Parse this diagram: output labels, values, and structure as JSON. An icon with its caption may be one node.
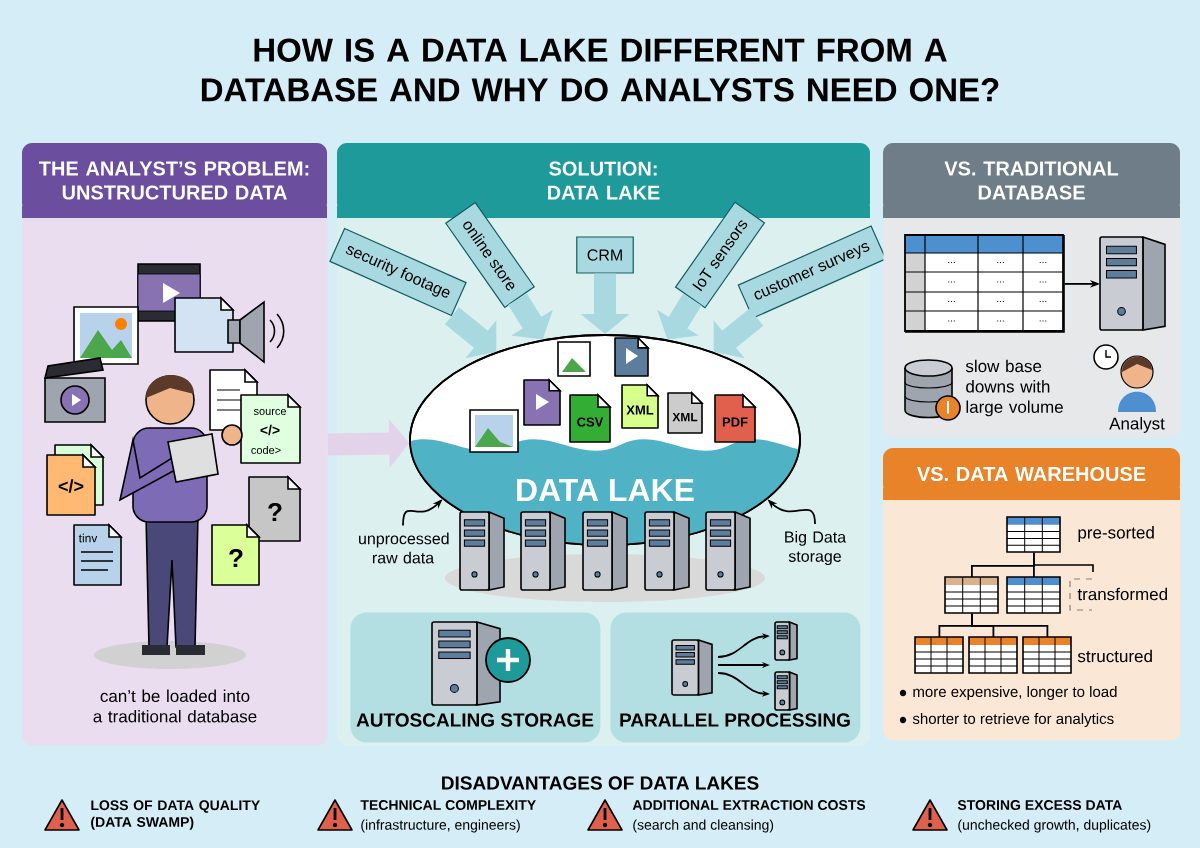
{
  "diagram": {
    "title": "HOW IS A DATA LAKE DIFFERENT FROM A DATABASE AND WHY DO ANALYSTS NEED ONE?",
    "nodes": [
      {
        "text": [
          "THE ANALYST’S PROBLEM: UNSTRUCTURED DATA",
          "can’t be loaded into a traditional database"
        ]
      },
      {
        "text": [
          "SOLUTION: DATA LAKE"
        ]
      },
      {
        "text": [
          "DATA LAKE"
        ],
        "in": 1
      },
      {
        "text": [
          "security footage"
        ],
        "in": 1
      },
      {
        "text": [
          "online store"
        ],
        "in": 1
      },
      {
        "text": [
          "CRM"
        ],
        "in": 1
      },
      {
        "text": [
          "IoT sensors"
        ],
        "in": 1
      },
      {
        "text": [
          "customer surveys"
        ],
        "in": 1
      },
      {
        "text": [
          "unprocessed raw data"
        ],
        "in": 1
      },
      {
        "text": [
          "Big Data storage"
        ],
        "in": 1
      },
      {
        "text": [
          "AUTOSCALING STORAGE"
        ],
        "in": 1
      },
      {
        "text": [
          "PARALLEL PROCESSING"
        ],
        "in": 1
      },
      {
        "text": [
          "VS. TRADITIONAL DATABASE"
        ]
      },
      {
        "text": [
          "...",
          "...",
          "...",
          "...",
          "...",
          "...",
          "...",
          "...",
          "...",
          "...",
          "...",
          "..."
        ],
        "in": 12
      },
      {
        "text": [],
        "shape": "server",
        "in": 12
      },
      {
        "text": [
          "VS. DATA WAREHOUSE"
        ]
      },
      {
        "text": [],
        "shape": "table",
        "in": 15
      },
      {
        "text": [],
        "shape": "table",
        "in": 15
      },
      {
        "text": [],
        "shape": "table",
        "in": 15
      },
      {
        "text": [],
        "shape": "table",
        "in": 15
      },
      {
        "text": [],
        "shape": "table",
        "in": 15
      },
      {
        "text": [],
        "shape": "table",
        "in": 15
      }
    ],
    "edges": [
      {
        "from": 0,
        "to": 2,
        "arrow": "to",
        "style": "thick",
        "color": "#e2d3ea"
      },
      {
        "from": 3,
        "to": 2,
        "arrow": "to",
        "style": "thick",
        "color": "#a9d9e0"
      },
      {
        "from": 4,
        "to": 2,
        "arrow": "to",
        "style": "thick",
        "color": "#a9d9e0"
      },
      {
        "from": 5,
        "to": 2,
        "arrow": "to",
        "style": "thick",
        "color": "#a9d9e0"
      },
      {
        "from": 6,
        "to": 2,
        "arrow": "to",
        "style": "thick",
        "color": "#a9d9e0"
      },
      {
        "from": 7,
        "to": 2,
        "arrow": "to",
        "style": "thick",
        "color": "#a9d9e0"
      },
      {
        "from": 8,
        "to": 2,
        "arrow": "to"
      },
      {
        "from": 9,
        "to": 2,
        "arrow": "to"
      },
      {
        "from": 13,
        "to": 14,
        "arrow": "to"
      },
      {
        "from": 16,
        "to": 17,
        "arrow": "none"
      },
      {
        "from": 16,
        "to": 18,
        "arrow": "none"
      },
      {
        "from": 17,
        "to": 19,
        "arrow": "none"
      },
      {
        "from": 17,
        "to": 20,
        "arrow": "none"
      },
      {
        "from": 17,
        "to": 21,
        "arrow": "none"
      }
    ],
    "labels": [
      "source",
      "</>",
      "code>",
      "</>",
      "?",
      "tinv",
      "?",
      "CSV",
      "XML",
      "XML",
      "PDF",
      "slow base downs with large volume",
      "Analyst",
      "pre-sorted",
      "transformed",
      "structured",
      "more expensive, longer to load",
      "shorter to retrieve for analytics",
      "DISADVANTAGES OF DATA LAKES",
      "LOSS OF DATA QUALITY (DATA SWAMP)",
      "TECHNICAL COMPLEXITY",
      "(infrastructure, engineers)",
      "ADDITIONAL EXTRACTION COSTS",
      "(search and cleansing)",
      "STORING EXCESS DATA",
      "(unchecked growth, duplicates)"
    ]
  }
}
